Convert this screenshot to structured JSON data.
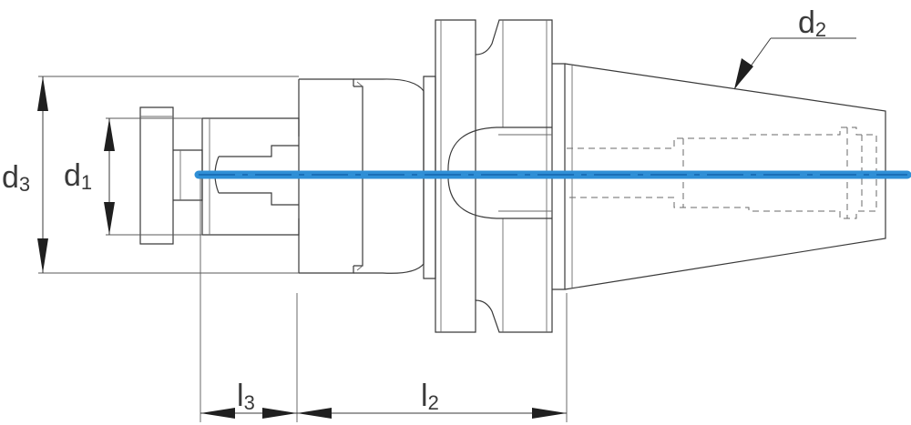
{
  "labels": {
    "d1": {
      "main": "d",
      "sub": "1"
    },
    "d2": {
      "main": "d",
      "sub": "2"
    },
    "d3": {
      "main": "d",
      "sub": "3"
    },
    "l2": {
      "main": "l",
      "sub": "2"
    },
    "l3": {
      "main": "l",
      "sub": "3"
    }
  },
  "colors": {
    "axis": "#2f8fd6",
    "axis_core": "#1a6fb8",
    "line": "#3a3a3a"
  }
}
